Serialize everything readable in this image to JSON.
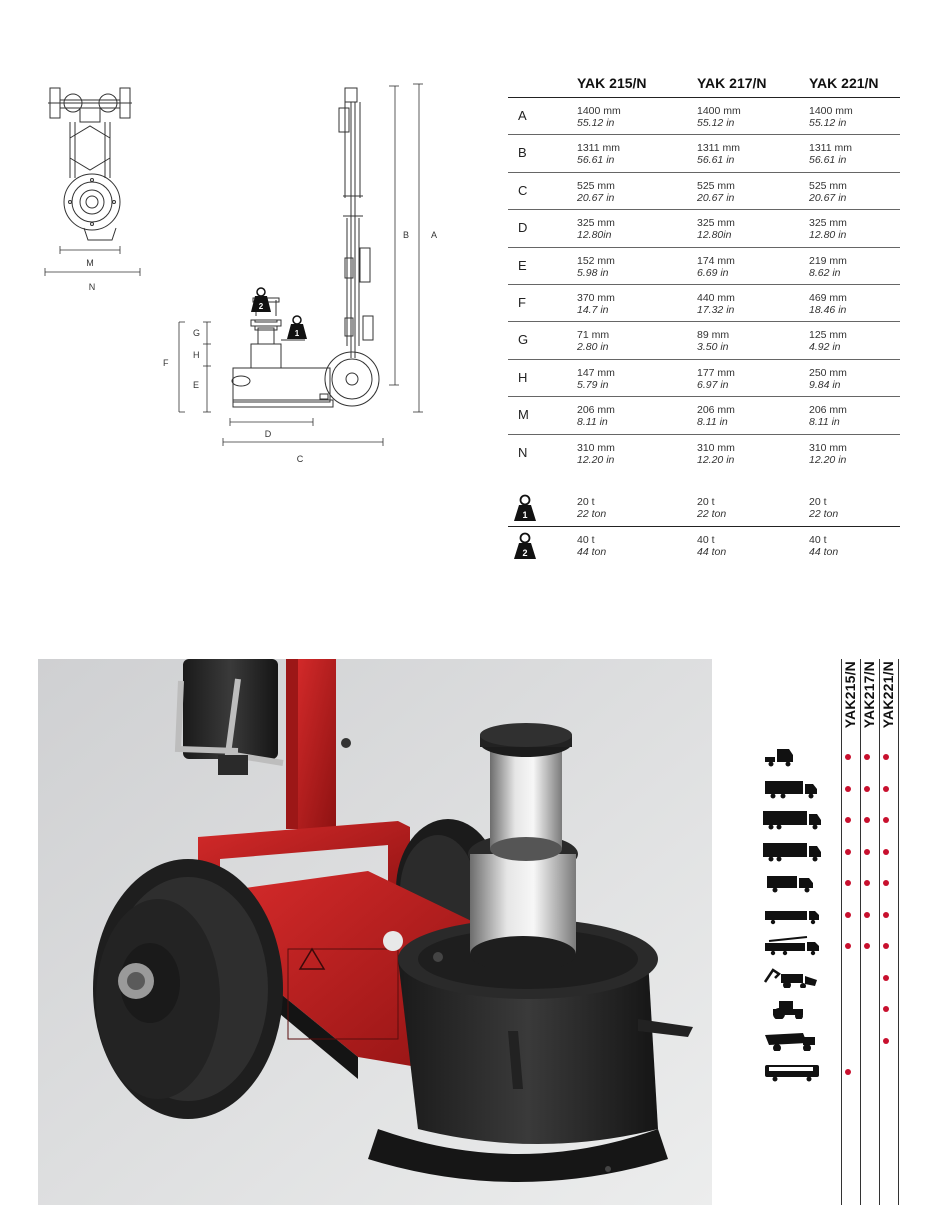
{
  "drawing": {
    "dim_labels": {
      "M": "M",
      "N": "N",
      "A": "A",
      "B": "B",
      "C": "C",
      "D": "D",
      "E": "E",
      "F": "F",
      "G": "G",
      "H": "H"
    },
    "stage_badges": {
      "one": "1",
      "two": "2"
    }
  },
  "spec_table": {
    "headers": [
      "YAK 215/N",
      "YAK 217/N",
      "YAK 221/N"
    ],
    "rows": [
      {
        "label": "A",
        "cells": [
          [
            "1400 mm",
            "55.12 in"
          ],
          [
            "1400 mm",
            "55.12 in"
          ],
          [
            "1400 mm",
            "55.12 in"
          ]
        ]
      },
      {
        "label": "B",
        "cells": [
          [
            "1311 mm",
            "56.61 in"
          ],
          [
            "1311 mm",
            "56.61 in"
          ],
          [
            "1311 mm",
            "56.61 in"
          ]
        ]
      },
      {
        "label": "C",
        "cells": [
          [
            "525 mm",
            "20.67 in"
          ],
          [
            "525 mm",
            "20.67 in"
          ],
          [
            "525 mm",
            "20.67 in"
          ]
        ]
      },
      {
        "label": "D",
        "cells": [
          [
            "325 mm",
            "12.80in"
          ],
          [
            "325 mm",
            "12.80in"
          ],
          [
            "325 mm",
            "12.80 in"
          ]
        ]
      },
      {
        "label": "E",
        "cells": [
          [
            "152 mm",
            "5.98 in"
          ],
          [
            "174 mm",
            "6.69 in"
          ],
          [
            "219 mm",
            "8.62 in"
          ]
        ]
      },
      {
        "label": "F",
        "cells": [
          [
            "370 mm",
            "14.7 in"
          ],
          [
            "440 mm",
            "17.32 in"
          ],
          [
            "469 mm",
            "18.46 in"
          ]
        ]
      },
      {
        "label": "G",
        "cells": [
          [
            "71 mm",
            "2.80 in"
          ],
          [
            "89 mm",
            "3.50 in"
          ],
          [
            "125 mm",
            "4.92 in"
          ]
        ]
      },
      {
        "label": "H",
        "cells": [
          [
            "147 mm",
            "5.79 in"
          ],
          [
            "177 mm",
            "6.97 in"
          ],
          [
            "250 mm",
            "9.84 in"
          ]
        ]
      },
      {
        "label": "M",
        "cells": [
          [
            "206 mm",
            "8.11 in"
          ],
          [
            "206 mm",
            "8.11 in"
          ],
          [
            "206 mm",
            "8.11 in"
          ]
        ]
      },
      {
        "label": "N",
        "cells": [
          [
            "310 mm",
            "12.20 in"
          ],
          [
            "310 mm",
            "12.20 in"
          ],
          [
            "310 mm",
            "12.20 in"
          ]
        ]
      }
    ]
  },
  "loads": [
    {
      "badge": "1",
      "cells": [
        [
          "20 t",
          "22 ton"
        ],
        [
          "20 t",
          "22 ton"
        ],
        [
          "20 t",
          "22 ton"
        ]
      ]
    },
    {
      "badge": "2",
      "cells": [
        [
          "40 t",
          "44 ton"
        ],
        [
          "40 t",
          "44 ton"
        ],
        [
          "40 t",
          "44 ton"
        ]
      ]
    }
  ],
  "application_chart": {
    "models": [
      "YAK215/N",
      "YAK217/N",
      "YAK221/N"
    ],
    "accent": "#c8102e",
    "vehicles": [
      {
        "icon": "truck-tractor-icon",
        "applies": [
          true,
          true,
          true
        ]
      },
      {
        "icon": "box-truck-icon",
        "applies": [
          true,
          true,
          true
        ]
      },
      {
        "icon": "heavy-box-truck-icon",
        "applies": [
          true,
          true,
          true
        ]
      },
      {
        "icon": "large-box-truck-icon",
        "applies": [
          true,
          true,
          true
        ]
      },
      {
        "icon": "delivery-truck-icon",
        "applies": [
          true,
          true,
          true
        ]
      },
      {
        "icon": "low-truck-icon",
        "applies": [
          true,
          true,
          true
        ]
      },
      {
        "icon": "fire-truck-icon",
        "applies": [
          true,
          true,
          true
        ]
      },
      {
        "icon": "backhoe-loader-icon",
        "applies": [
          false,
          false,
          true
        ]
      },
      {
        "icon": "tractor-icon",
        "applies": [
          false,
          false,
          true
        ]
      },
      {
        "icon": "dump-truck-icon",
        "applies": [
          false,
          false,
          true
        ]
      },
      {
        "icon": "bus-icon",
        "applies": [
          true,
          false,
          false
        ]
      }
    ]
  }
}
